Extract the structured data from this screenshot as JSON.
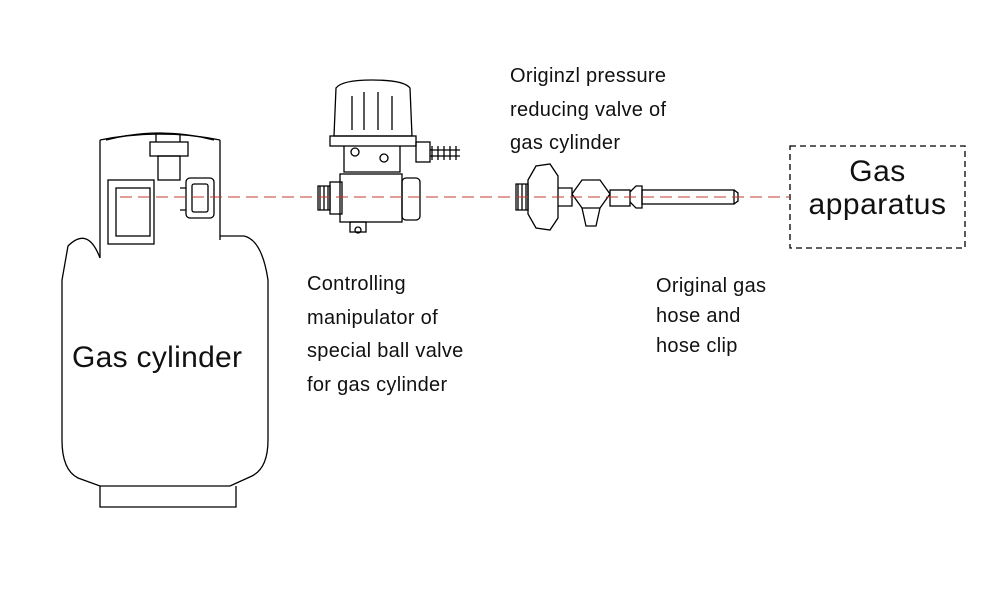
{
  "labels": {
    "gas_cylinder": "Gas cylinder",
    "gas_apparatus": [
      "Gas",
      "apparatus"
    ],
    "ball_valve": [
      "Controlling",
      "manipulator of",
      "special ball valve",
      "for gas cylinder"
    ],
    "pressure_valve": [
      "Originzl pressure",
      "reducing valve of",
      "gas cylinder"
    ],
    "gas_hose": [
      "Original gas",
      "hose and",
      "hose clip"
    ]
  },
  "colors": {
    "line": "#000000",
    "flow_line": "#c0392b"
  }
}
